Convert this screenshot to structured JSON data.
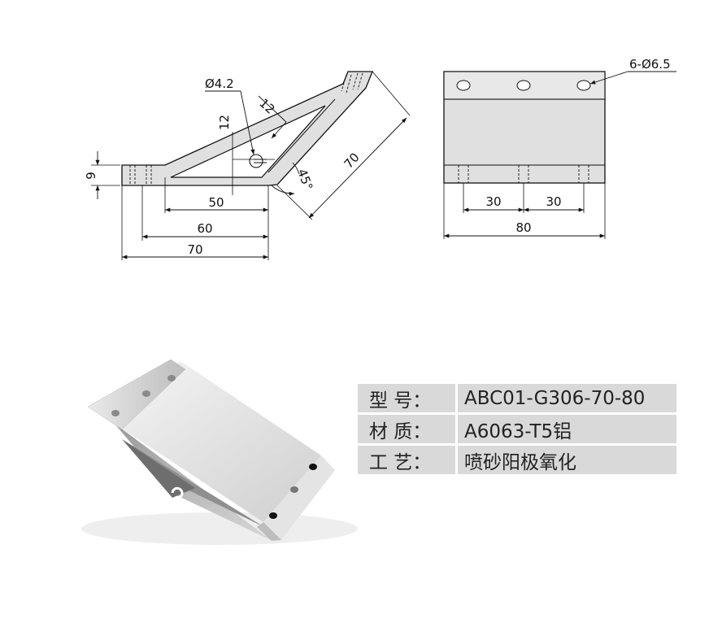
{
  "drawing": {
    "side_view": {
      "dim_hole_dia": "Ø4.2",
      "dim_12_top": "12",
      "dim_12_left": "12",
      "dim_9": "9",
      "dim_45": "45°",
      "dim_70_diag": "70",
      "dim_50": "50",
      "dim_60": "60",
      "dim_70_bottom": "70"
    },
    "front_view": {
      "hole_callout": "6-Ø6.5",
      "dim_30_left": "30",
      "dim_30_right": "30",
      "dim_80": "80"
    }
  },
  "specs": [
    {
      "label": "型  号：",
      "value": "ABC01-G306-70-80"
    },
    {
      "label": "材  质：",
      "value": "A6063-T5铝"
    },
    {
      "label": "工  艺：",
      "value": "喷砂阳极氧化"
    }
  ],
  "colors": {
    "part_fill": "#e0e0e0",
    "line": "#111111",
    "row_bg": "#d9d9d9"
  }
}
